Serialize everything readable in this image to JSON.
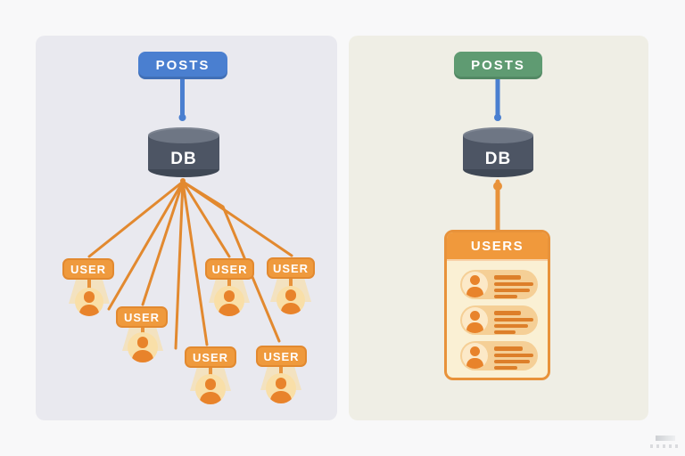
{
  "left_panel": {
    "posts_label": "POSTS",
    "db_label": "DB",
    "users": [
      {
        "label": "USER"
      },
      {
        "label": "USER"
      },
      {
        "label": "USER"
      },
      {
        "label": "USER"
      },
      {
        "label": "USER"
      },
      {
        "label": "USER"
      }
    ],
    "colors": {
      "panel_bg": "#e9e9ef",
      "posts_box": "#4a7fd0",
      "db_body": "#4d5564",
      "user_box": "#ef9a3d",
      "connector": "#e2892f"
    }
  },
  "right_panel": {
    "posts_label": "POSTS",
    "db_label": "DB",
    "users_card": {
      "title": "USERS",
      "row_count": 3
    },
    "colors": {
      "panel_bg": "#efeee5",
      "posts_box": "#5f9b72",
      "db_body": "#4d5564",
      "card_header": "#f0993c",
      "card_body": "#faf0d4",
      "connector": "#e8923a"
    }
  }
}
